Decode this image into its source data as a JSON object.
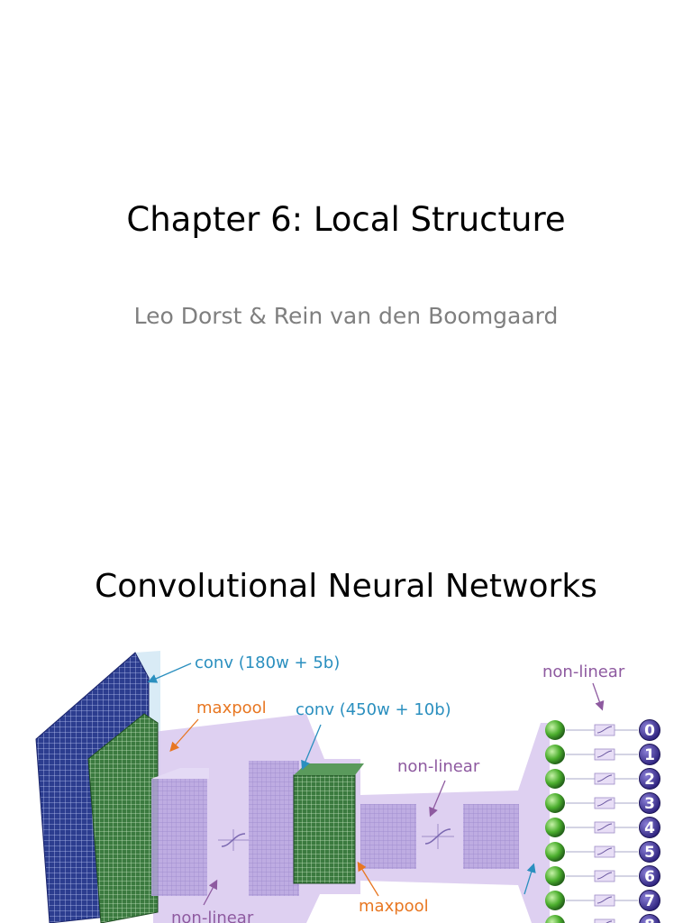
{
  "slides": [
    {
      "title": "Chapter 6: Local Structure",
      "subtitle": "Leo Dorst & Rein van den Boomgaard"
    },
    {
      "title": "Convolutional Neural Networks",
      "figure": {
        "labels": {
          "conv1": "conv (180w + 5b)",
          "maxpool1": "maxpool",
          "conv2": "conv (450w + 10b)",
          "nonlinear_mid": "non-linear",
          "nonlinear_top": "non-linear",
          "maxpool2": "maxpool",
          "nonlinear_bottom": "non-linear"
        },
        "outputs": [
          "0",
          "1",
          "2",
          "3",
          "4",
          "5",
          "6",
          "7",
          "8"
        ],
        "colors": {
          "blue_label": "#2a8fbf",
          "orange_label": "#e87722",
          "purple_label": "#8e5aa0",
          "input_grid": "#2c3d8f",
          "feature_green": "#3b7a3f",
          "pipe_lavender": "#d8c8ee",
          "neuron_green": "#4caf2e",
          "output_circle": "#3a2f8f"
        }
      }
    }
  ]
}
